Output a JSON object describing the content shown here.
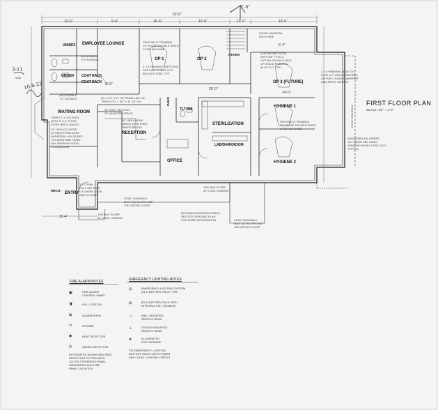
{
  "plan": {
    "title": "FIRST FLOOR PLAN",
    "scale": "SCALE: 1/4\" = 1'-0\"",
    "rooms": {
      "employee_lounge": "EMPLOYEE LOUNGE",
      "unisex_1": "UNISEX",
      "unisex_2": "UNISEX",
      "coat_rack_1": "COAT RACK",
      "coat_rack_2": "COAT RACK",
      "accessible_1": "ACCESSIBLE\nTLT SIGNAGE",
      "accessible_2": "ACCESSIBLE\nTLT SIGNAGE",
      "waiting_room": "WAITING ROOM",
      "reception": "RECEPTION",
      "op1": "OP 1",
      "op2": "OP 2",
      "op3": "OP 3 (FUTURE)",
      "pano": "PANO",
      "tlt_rm": "TLT RM",
      "sterilization": "STERILIZATION",
      "lab": "LAB/DARKROOM",
      "office": "OFFICE",
      "hygiene1": "HYGIENE 1",
      "hygiene2": "HYGIENE 2",
      "entry": "ENTRY",
      "mech": "MECH.",
      "stairs": "STAIRS"
    },
    "notes": {
      "op1_partition": "PROVIDE 8\" FRAMING\nTO HOUSE DOUBLE SIDED\nX-RAY MACHINE",
      "op1_partition2": "2 X 4 FRAMING PARTITION\nWITH 5/8\" TYPE-X GYP.\nBD EACH SIDE, TYP.",
      "hr_partition": "1 HOUR PARTITION\nWITH 5/8\" TYPE-X\nGYP BD ON EACH SIDE\nOF WOOD FRAMING\n@ 16\" O.C. TYP.",
      "framing_right": "2 X 6 FRAMING @ 16\" OC\nWITH 1/2\" OSB SHEATHING,\nAIR INFILTRATION BARRIER\nAND BRICK VENEER",
      "beam": "(2) 1 3/4\" X 11 7/8\" PARALLAM OR\nTRIPLE PLY 1 3/4\" X 11 1/4\" LVL",
      "lintel": "TRIPLE 2 X 10 LINTEL\nWITH 4\" X 6\" X 5/16\"\nSTEEL BRICK ANGLE",
      "counter": "34\" HIGH COUNTER\nAT RECEPTION AREA",
      "window": "ANDERSEN 400 SERIES\nTILT-WASH DBL HUNG\nBAY WINDOW MODEL\n270-2856-2/18",
      "quarter_space": "42\" HIGH SECTION\nOF QUARTER SPACE",
      "workspace": "30\" HIGH WORK\nSPACE WITH KNEE\nSPACE BELOW",
      "xray_h2": "PROVIDE 8\" FRAMING\nTO HOUSE DOUBLE SIDED\nX-RAY MACHINE",
      "andersen_right": "ANDERSEN 400 SERIES\nTILT-WASH DBL HUNG\nWINDOW MODEL #TW2-2410,\nTYPICAL",
      "door_push": "3'-0\" PUSH\nPULL SET WITH\nCYLINDER LOCK\nAND CLOSER",
      "slope1": "1/50 MAX SLOPE\nAT CONC LANDING",
      "slope2": "1/50 MAX SLOPE\nAT CONC LANDING",
      "sidewalk1": "CONC SIDEWALK\nMAX 1/20 SLOPE AND\n1/50 CROSS SLOPE",
      "parking": "BITUMINOUS PARKING AREA\nSEE SITE GRADING PLAN\nFOR MORE INFORMATION",
      "sidewalk2": "CONC SIDEWALK\nMAX 1/20 SLOPE AND\n1/50 CROSS SLOPE",
      "driveway": "CONC DRIVEWAY",
      "wood_handrail": "WOOD HANDRAIL\nEACH SIDE"
    },
    "dims": [
      "63'-6\"",
      "12'-6\"",
      "9'-0\"",
      "16'-6\"",
      "10'-0\"",
      "13'-0\"",
      "19'-6\"",
      "8'-6\"",
      "20'-0\"",
      "14'-0\"",
      "11'-4\"",
      "5'-4\""
    ]
  },
  "fire_alarm": {
    "heading": "FIRE ALARM NOTES",
    "items": [
      {
        "sym": "▣",
        "text": "FIRE ALARM\nCONTROL PANEL"
      },
      {
        "sym": "◨",
        "text": "PULL STATION"
      },
      {
        "sym": "⊠",
        "text": "ALARM/HORN"
      },
      {
        "sym": "⊓",
        "text": "STROBE"
      },
      {
        "sym": "◉",
        "text": "HEAT DETECTOR"
      },
      {
        "sym": "◎",
        "text": "SMOKE DETECTOR"
      }
    ],
    "footer": "INTEGRATED SMOKE AND HEAT\nDETECTION SYSTEM WITH\n110 VOLT POWERED PANEL\nHARDWIRED AND FIRE\nPANEL LOCATION"
  },
  "emergency": {
    "heading": "EMERGENCY LIGHTING NOTES",
    "items": [
      {
        "sym": "⊟",
        "text": "EMERGENCY LIGHTING SYSTEM\n(EL1) BATTERY PACK TYPE"
      },
      {
        "sym": "⊞",
        "text": "(EL2) BATTERY PACK WITH\nINTEGRAL EXIT SIGNAGE"
      },
      {
        "sym": "⊣",
        "text": "WALL MOUNTED\nREMOTE HEAD"
      },
      {
        "sym": "⊥",
        "text": "CEILING MOUNTED\nREMOTE HEAD"
      },
      {
        "sym": "⊗",
        "text": "ILLUMINATED\nEXIT SIGNAGE"
      }
    ],
    "footer": "TIE EMERGENCY LIGHTING\nBATTERY PACKS INTO POWER\nAND LOCAL LIGHTING CIRCUIT"
  },
  "handwriting": [
    "3-11",
    "10-8-22",
    "7'-6\""
  ]
}
